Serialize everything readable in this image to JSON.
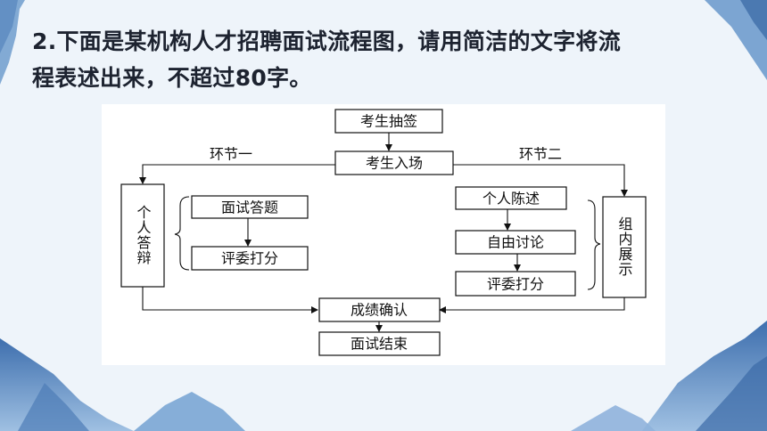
{
  "question": {
    "line1": "2.下面是某机构人才招聘面试流程图，请用简洁的文字将流",
    "line2": "程表述出来，不超过80字。"
  },
  "flowchart": {
    "step_draw": "考生抽签",
    "step_enter": "考生入场",
    "section_one_label": "环节一",
    "section_two_label": "环节二",
    "personal_defense": "个人答辩",
    "interview_answer": "面试答题",
    "judges_score_left": "评委打分",
    "personal_statement": "个人陈述",
    "free_discussion": "自由讨论",
    "judges_score_right": "评委打分",
    "group_display": "组内展示",
    "confirm_results": "成绩确认",
    "interview_end": "面试结束"
  },
  "colors": {
    "background": "#eef4fa",
    "mountain": "#5f8fc4",
    "text": "#1d2330"
  }
}
